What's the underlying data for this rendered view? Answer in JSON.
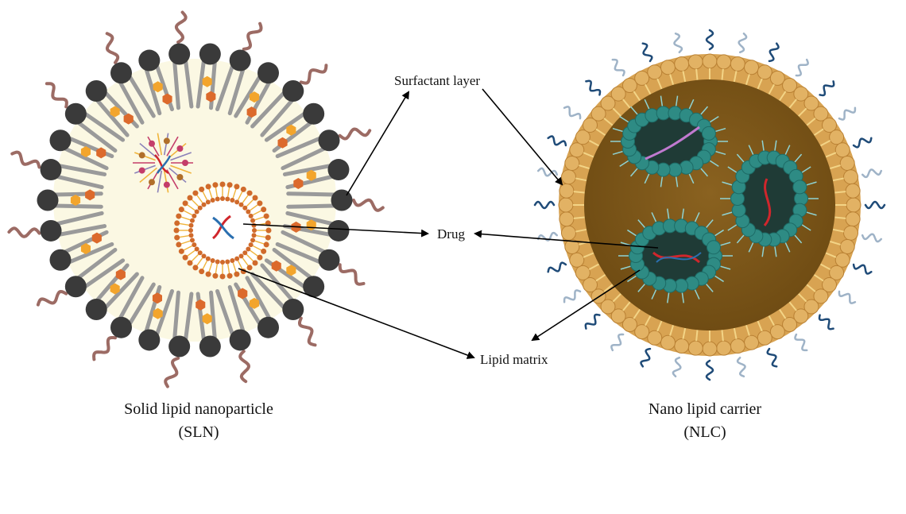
{
  "labels": {
    "surfactant_layer": "Surfactant layer",
    "drug": "Drug",
    "lipid_matrix": "Lipid matrix"
  },
  "captions": {
    "sln_name": "Solid lipid nanoparticle",
    "sln_abbr": "(SLN)",
    "nlc_name": "Nano lipid carrier",
    "nlc_abbr": "(NLC)"
  },
  "colors": {
    "sln_core": "#fbf8e3",
    "sln_head": "#3a3a3a",
    "sln_tail": "#9a9a9a",
    "sln_peg": "#9c6b64",
    "drug_orange": "#f3a52c",
    "drug_dark_orange": "#dc6a2c",
    "liposome_head": "#d06a2b",
    "liposome_tail": "#f0b43a",
    "nlc_outer": "#d8a352",
    "nlc_core": "#7b5516",
    "nlc_peg": "#1f4b78",
    "nlc_peg_light": "#9fb3c7",
    "nlc_droplet_head": "#2e8b84",
    "nlc_droplet_core": "#1f3b36",
    "nlc_droplet_tail": "#8fd3d3",
    "dna_red": "#d0262c",
    "dna_blue": "#2a6fb0",
    "arrow": "#000000"
  }
}
